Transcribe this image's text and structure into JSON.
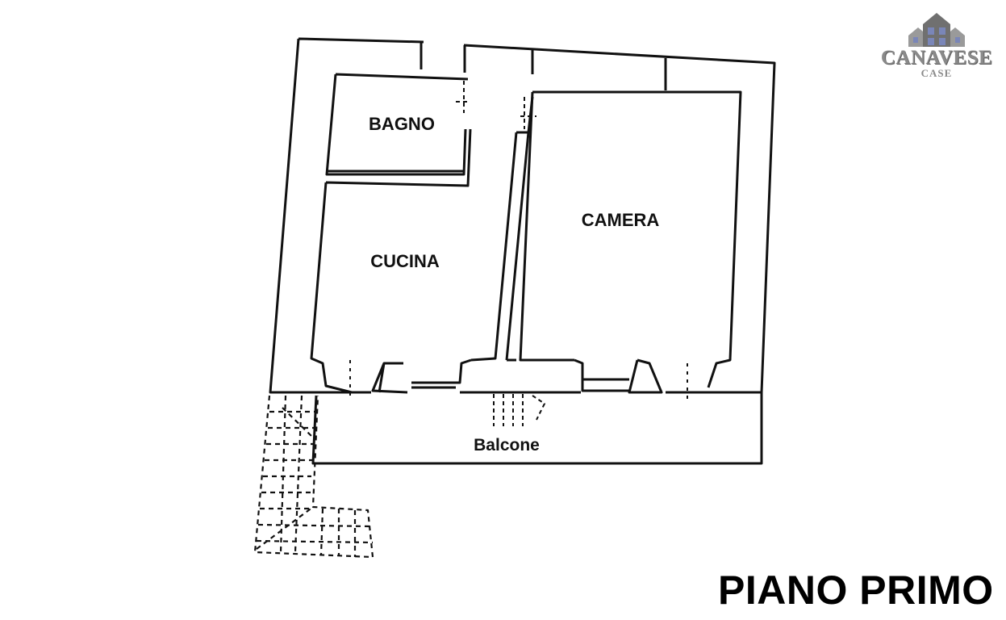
{
  "rooms": {
    "bagno": "BAGNO",
    "cucina": "CUCINA",
    "camera": "CAMERA",
    "balcone": "Balcone"
  },
  "floor_title": "PIANO PRIMO",
  "logo": {
    "brand": "CANAVESE",
    "sub": "CASE"
  },
  "colors": {
    "ink": "#111111",
    "logo_gray": "#8a8a8a",
    "logo_window": "#7a86b8"
  }
}
